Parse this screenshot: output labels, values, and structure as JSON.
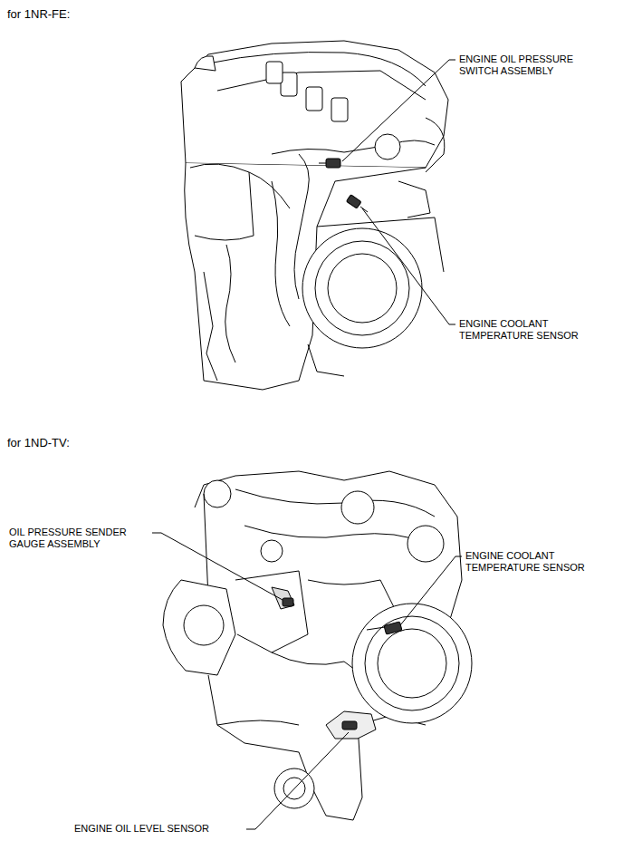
{
  "diagram": {
    "labels": [
      "for 1NR-FE:",
      "ENGINE OIL PRESSURE SWITCH ASSEMBLY",
      "ENGINE COOLANT TEMPERATURE SENSOR",
      "for 1ND-TV:",
      "OIL PRESSURE SENDER GAUGE ASSEMBLY",
      "ENGINE COOLANT TEMPERATURE SENSOR",
      "ENGINE OIL LEVEL SENSOR"
    ]
  }
}
